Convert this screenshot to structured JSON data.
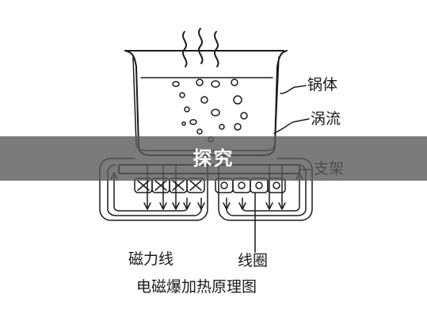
{
  "banner": {
    "title": "探究"
  },
  "labels": {
    "pot_body": "锅体",
    "eddy_current": "涡流",
    "stand": "支架",
    "magnetic_field_lines": "磁力线",
    "coil": "线圈",
    "caption": "电磁爆加热原理图"
  },
  "colors": {
    "ink": "#1a1a1a",
    "banner_bg": "#5a5a5a",
    "banner_text": "#ffffff"
  }
}
